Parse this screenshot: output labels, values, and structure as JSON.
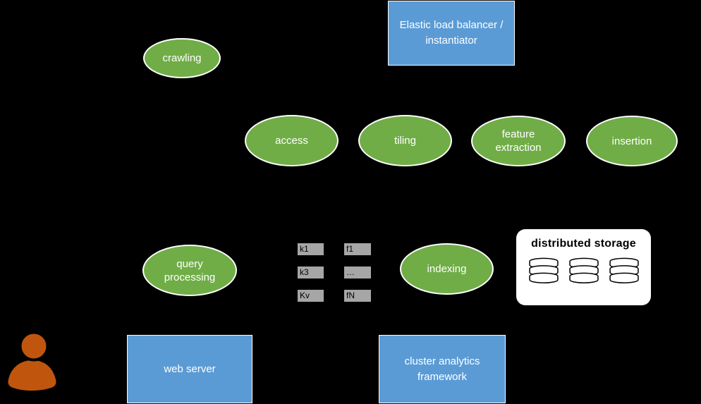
{
  "palette": {
    "background": "#000000",
    "node_green": "#70AD47",
    "node_border": "#FFFFFF",
    "box_blue": "#5B9BD5",
    "kv_gray": "#A6A6A6",
    "person_orange": "#C0560E",
    "storage_white": "#FFFFFF",
    "text_light": "#FFFFFF",
    "text_dark": "#000000"
  },
  "ellipses": {
    "crawling": {
      "label": "crawling"
    },
    "access": {
      "label": "access"
    },
    "tiling": {
      "label": "tiling"
    },
    "feature_extraction": {
      "label": "feature extraction"
    },
    "insertion": {
      "label": "insertion"
    },
    "query_processing": {
      "label": "query processing"
    },
    "indexing": {
      "label": "indexing"
    }
  },
  "boxes": {
    "load_balancer": {
      "label": "Elastic load balancer / instantiator"
    },
    "web_server": {
      "label": "web server"
    },
    "cluster_analytics": {
      "label": "cluster analytics framework"
    }
  },
  "kv_table": {
    "keys": [
      "k1",
      "k3",
      "Kv"
    ],
    "features": [
      "f1",
      "…",
      "fN"
    ]
  },
  "storage": {
    "title": "distributed storage",
    "cylinder_count": 3
  },
  "icons": {
    "person": "person-silhouette",
    "database": "database-cylinder"
  }
}
